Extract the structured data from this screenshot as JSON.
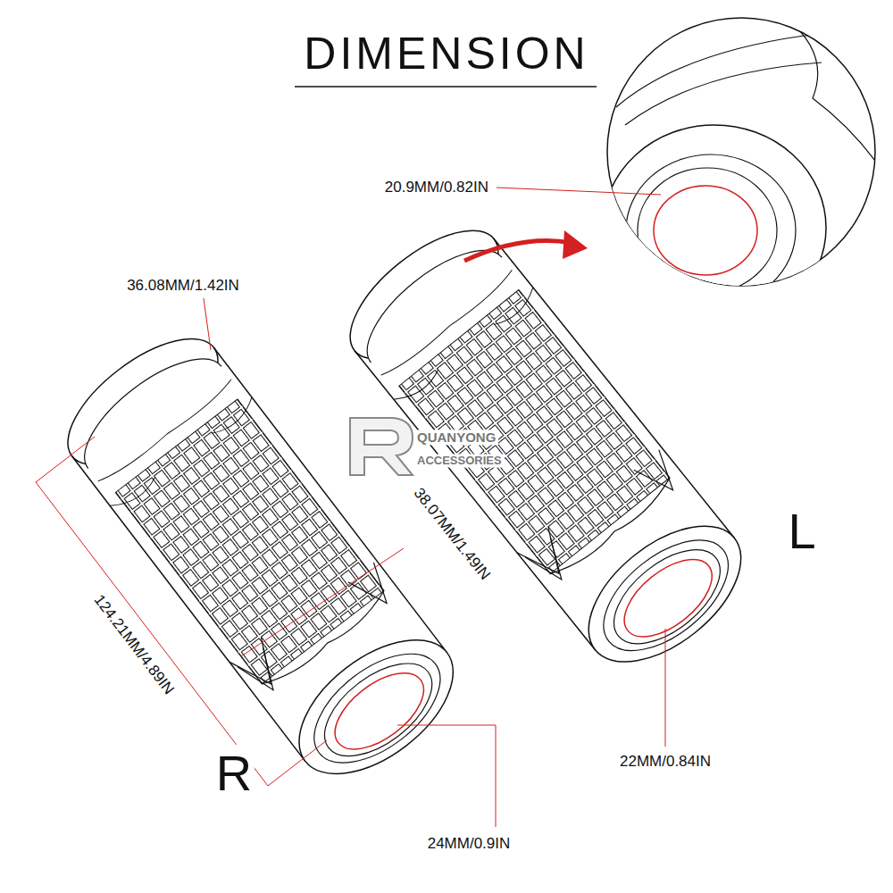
{
  "diagram": {
    "title": "DIMENSION",
    "labels": [
      "36.08MM/1.42IN",
      "20.9MM/0.82IN",
      "QUANYONG",
      "ACCESSORIES",
      "38.07MM/1.49IN",
      "L",
      "124.21MM/4.89IN",
      "R",
      "22MM/0.84IN",
      "24MM/0.9IN"
    ]
  }
}
